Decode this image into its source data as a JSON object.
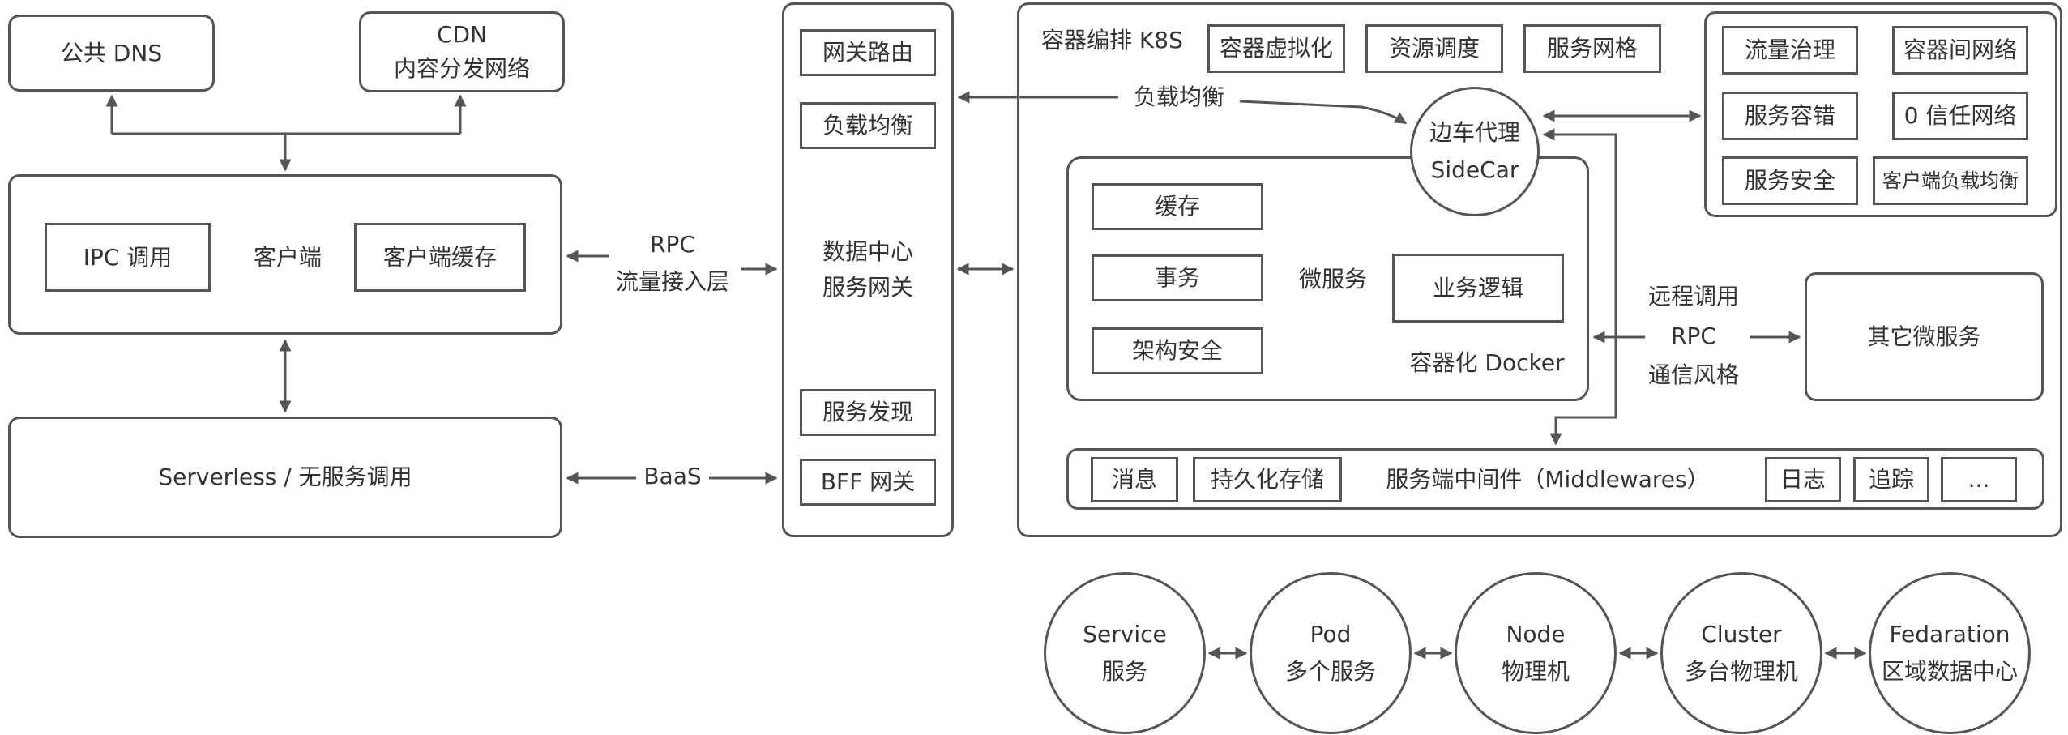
{
  "client_side": {
    "public_dns": "公共 DNS",
    "cdn_line1": "CDN",
    "cdn_line2": "内容分发网络",
    "client_title": "客户端",
    "ipc_call": "IPC 调用",
    "client_cache": "客户端缓存",
    "serverless": "Serverless / 无服务调用"
  },
  "connectors": {
    "rpc": "RPC",
    "traffic_access": "流量接入层",
    "baas": "BaaS",
    "load_balance": "负载均衡",
    "remote_call": "远程调用",
    "rpc2": "RPC",
    "comm_style": "通信风格"
  },
  "gateway": {
    "gateway_routing": "网关路由",
    "load_balancing": "负载均衡",
    "center_line1": "数据中心",
    "center_line2": "服务网关",
    "service_discovery": "服务发现",
    "bff_gateway": "BFF 网关"
  },
  "k8s": {
    "title": "容器编排 K8S",
    "container_virtualization": "容器虚拟化",
    "resource_scheduling": "资源调度",
    "service_mesh": "服务网格"
  },
  "mesh_features": {
    "traffic_governance": "流量治理",
    "container_network": "容器间网络",
    "fault_tolerance": "服务容错",
    "zero_trust": "0 信任网络",
    "service_security": "服务安全",
    "client_lb": "客户端负载均衡"
  },
  "sidecar": {
    "line1": "边车代理",
    "line2": "SideCar"
  },
  "microservice": {
    "cache": "缓存",
    "transaction": "事务",
    "architecture_security": "架构安全",
    "title": "微服务",
    "business_logic": "业务逻辑",
    "docker": "容器化 Docker",
    "other_services": "其它微服务"
  },
  "middleware": {
    "message": "消息",
    "persistence": "持久化存储",
    "title": "服务端中间件（Middlewares）",
    "log": "日志",
    "tracing": "追踪",
    "more": "..."
  },
  "hierarchy": [
    {
      "line1": "Service",
      "line2": "服务"
    },
    {
      "line1": "Pod",
      "line2": "多个服务"
    },
    {
      "line1": "Node",
      "line2": "物理机"
    },
    {
      "line1": "Cluster",
      "line2": "多台物理机"
    },
    {
      "line1": "Fedaration",
      "line2": "区域数据中心"
    }
  ],
  "colors": {
    "stroke": "#555555",
    "text": "#333333"
  }
}
